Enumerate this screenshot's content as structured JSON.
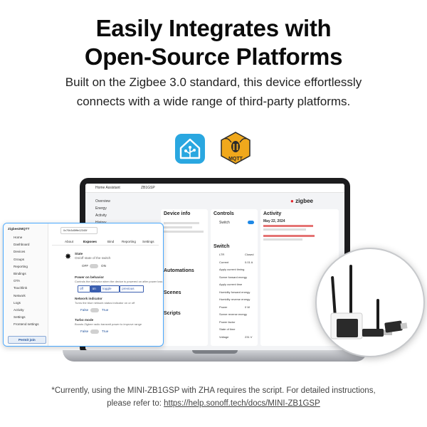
{
  "headline": {
    "line1": "Easily Integrates with",
    "line2": "Open-Source Platforms"
  },
  "subtitle": {
    "line1": "Built on the Zigbee 3.0 standard, this device effortlessly",
    "line2": "connects with a wide range of third-party platforms."
  },
  "logos": {
    "left": "home-assistant-icon",
    "right": "mqtt-icon",
    "right_text": "MQTT"
  },
  "ha_window": {
    "app_title": "Home Assistant",
    "page_title": "ZB1GSP",
    "brand": "zigbee",
    "nav": [
      "Overview",
      "Energy",
      "Activity",
      "History"
    ],
    "device_info_title": "Device info",
    "controls_title": "Controls",
    "switch_label": "Switch",
    "automations_title": "Automations",
    "scenes_title": "Scenes",
    "scripts_title": "Scripts",
    "switch_title": "Switch",
    "activity_title": "Activity",
    "activity_date": "May 22, 2024",
    "switch_rows": [
      "LTR",
      "Current",
      "Apply current timing",
      "Scene forward energy",
      "Apply current time",
      "Humidity forward energy",
      "Humidity reverse energy",
      "Power",
      "Scene reverse energy",
      "Power factor",
      "State of time",
      "Voltage"
    ],
    "switch_values": [
      "Closed",
      "0.01 A",
      "",
      "",
      "",
      "",
      "",
      "0 W",
      "",
      "",
      "",
      "231 V"
    ]
  },
  "z2m_panel": {
    "title": "Zigbee2MQTT",
    "device": "0x70b3d5fffe12345f",
    "nav": [
      "Home",
      "Dashboard",
      "Devices",
      "Groups",
      "Reporting",
      "Bindings",
      "OTA",
      "Touchlink",
      "Network",
      "Logs",
      "Activity",
      "Settings",
      "Frontend settings"
    ],
    "tabs": [
      "About",
      "Exposes",
      "Bind",
      "Reporting",
      "Settings"
    ],
    "state_label": "State",
    "state_desc": "On/off state of the switch",
    "off": "OFF",
    "on": "ON",
    "power_label": "Power on behavior",
    "power_desc": "Controls the behavior when the device is powered on after power loss",
    "power_opts": [
      "off",
      "on",
      "toggle",
      "previous"
    ],
    "net_label": "Network indicator",
    "net_desc": "Turns the blue network status indicator on or off",
    "false": "False",
    "true": "True",
    "turbo_label": "Turbo mode",
    "turbo_desc": "Boosts Zigbee radio transmit power to improve range",
    "permit": "Permit join"
  },
  "footnote": {
    "line1": "*Currently, using the MINI-ZB1GSP with ZHA requires the script. For detailed instructions,",
    "line2_prefix": "please refer to: ",
    "link": "https://help.sonoff.tech/docs/MINI-ZB1GSP"
  }
}
